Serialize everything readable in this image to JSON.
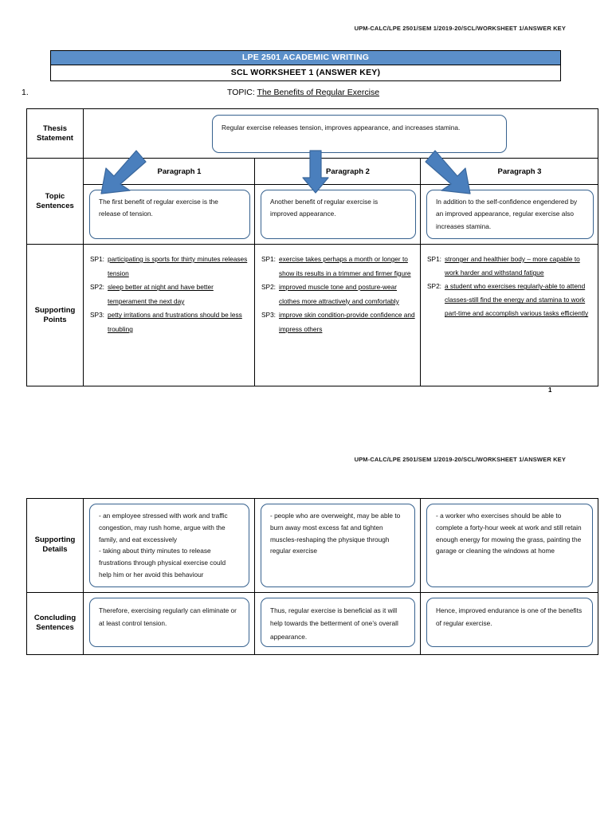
{
  "document": {
    "running_header": "UPM-CALC/LPE 2501/SEM 1/2019-20/SCL/WORKSHEET 1/ANSWER KEY",
    "title": "LPE 2501 ACADEMIC WRITING",
    "subtitle": "SCL WORKSHEET 1 (ANSWER KEY)",
    "item_number": "1.",
    "topic_label": "TOPIC:",
    "topic_value": "The Benefits of Regular Exercise",
    "page_number": "1",
    "accent_color": "#5b8fc9",
    "box_border_color": "#36618e"
  },
  "rows": {
    "thesis": {
      "label": "Thesis\nStatement",
      "label_line1": "Thesis",
      "label_line2": "Statement",
      "text": "Regular exercise releases tension, improves appearance, and increases stamina."
    },
    "topic_sentences": {
      "label_line1": "Topic",
      "label_line2": "Sentences",
      "paragraph_headings": [
        "Paragraph 1",
        "Paragraph 2",
        "Paragraph 3"
      ],
      "arrows": [
        "arrow-down-left",
        "arrow-down",
        "arrow-down-right"
      ],
      "sentences": [
        "The first benefit of regular exercise is the release of tension.",
        "Another benefit of regular exercise is improved appearance.",
        "In addition to the self-confidence engendered by an improved appearance, regular exercise also increases stamina."
      ]
    },
    "supporting_points": {
      "label_line1": "Supporting",
      "label_line2": "Points",
      "columns": [
        {
          "items": [
            {
              "tag": "SP1:",
              "text": "participating is sports for thirty minutes releases tension"
            },
            {
              "tag": "SP2:",
              "text": "sleep better at night and have better temperament the next day"
            },
            {
              "tag": "SP3:",
              "text": "petty irritations and frustrations should be less troubling"
            }
          ]
        },
        {
          "items": [
            {
              "tag": "SP1:",
              "text": "exercise takes perhaps a month or longer to show its results in a trimmer and firmer figure"
            },
            {
              "tag": "SP2:",
              "text": "improved muscle tone and posture-wear clothes more attractively and comfortably"
            },
            {
              "tag": "SP3:",
              "text": "improve skin condition-provide confidence and impress others"
            }
          ]
        },
        {
          "items": [
            {
              "tag": "SP1:",
              "text": "stronger and healthier body – more capable to work harder and withstand fatigue"
            },
            {
              "tag": "SP2:",
              "text": "a student who exercises regularly-able to attend classes-still find the energy and stamina to work part-time and accomplish various tasks efficiently"
            }
          ]
        }
      ]
    },
    "supporting_details": {
      "label_line1": "Supporting",
      "label_line2": "Details",
      "texts": [
        "- an employee stressed with work and traffic congestion, may rush home, argue with the family, and eat excessively\n- taking about thirty minutes to release frustrations through physical exercise could help him or her avoid this behaviour",
        "- people who are overweight, may be able to burn away most excess fat and tighten muscles-reshaping the physique through regular exercise",
        "- a worker who exercises should be able to complete a forty-hour week at work and still retain enough energy for mowing the grass, painting the garage or cleaning the windows at home"
      ],
      "texts_lines": [
        [
          "- an employee stressed with work and traffic congestion, may rush home, argue with the family, and eat excessively",
          "- taking about thirty minutes to release frustrations through physical exercise could help him or her avoid this behaviour"
        ],
        [
          "- people who are overweight, may be able to burn away most excess fat and tighten muscles-reshaping the physique through regular exercise"
        ],
        [
          "- a worker who exercises should be able to complete a forty-hour week at work and still retain enough energy for mowing the grass, painting the garage or cleaning the windows at home"
        ]
      ]
    },
    "concluding_sentences": {
      "label_line1": "Concluding",
      "label_line2": "Sentences",
      "texts": [
        "Therefore, exercising regularly can eliminate or at least control tension.",
        "Thus, regular exercise is beneficial as it will help towards the betterment of one’s overall appearance.",
        "Hence, improved endurance is one of the benefits of regular exercise."
      ]
    }
  }
}
